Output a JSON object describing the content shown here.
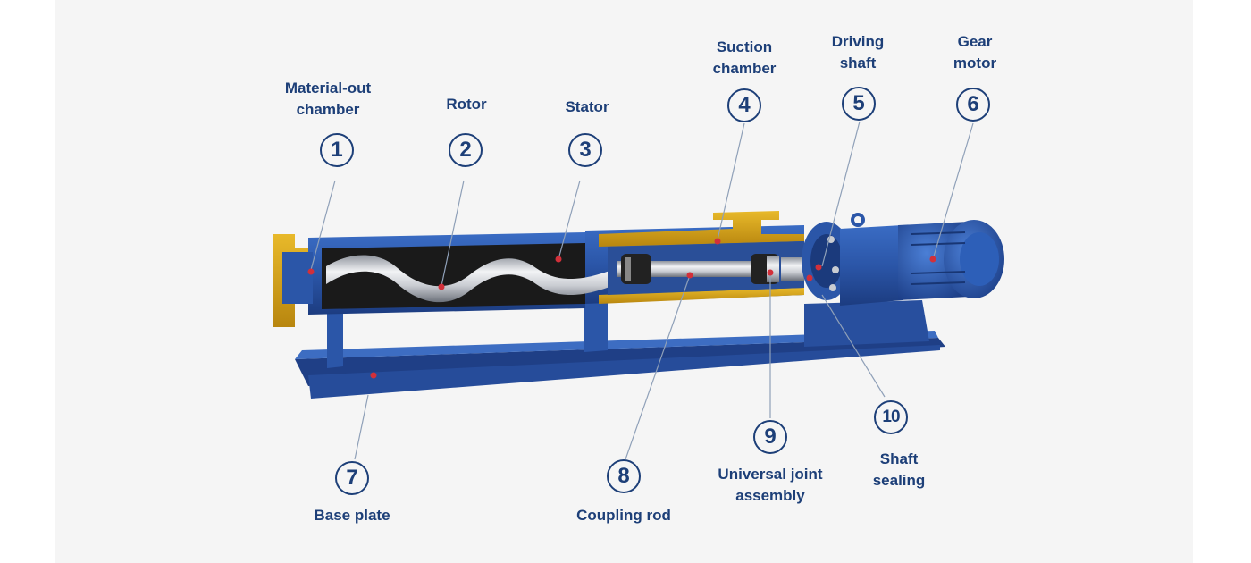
{
  "parts": [
    {
      "num": "1",
      "name_lines": [
        "Material-out",
        "chamber"
      ]
    },
    {
      "num": "2",
      "name_lines": [
        "Rotor"
      ]
    },
    {
      "num": "3",
      "name_lines": [
        "Stator"
      ]
    },
    {
      "num": "4",
      "name_lines": [
        "Suction",
        "chamber"
      ]
    },
    {
      "num": "5",
      "name_lines": [
        "Driving",
        "shaft"
      ]
    },
    {
      "num": "6",
      "name_lines": [
        "Gear",
        "motor"
      ]
    },
    {
      "num": "7",
      "name_lines": [
        "Base plate"
      ]
    },
    {
      "num": "8",
      "name_lines": [
        "Coupling rod"
      ]
    },
    {
      "num": "9",
      "name_lines": [
        "Universal joint",
        "assembly"
      ]
    },
    {
      "num": "10",
      "name_lines": [
        "Shaft",
        "sealing"
      ]
    }
  ],
  "colors": {
    "label": "#1d3f78",
    "body_blue": "#2b56a8",
    "flange_yellow": "#d4a21a",
    "stator_black": "#1a1a1a",
    "rotor_silver": "#c9ccd2",
    "pointer_dot": "#d2303a",
    "leader_line": "#8fa0b8"
  }
}
